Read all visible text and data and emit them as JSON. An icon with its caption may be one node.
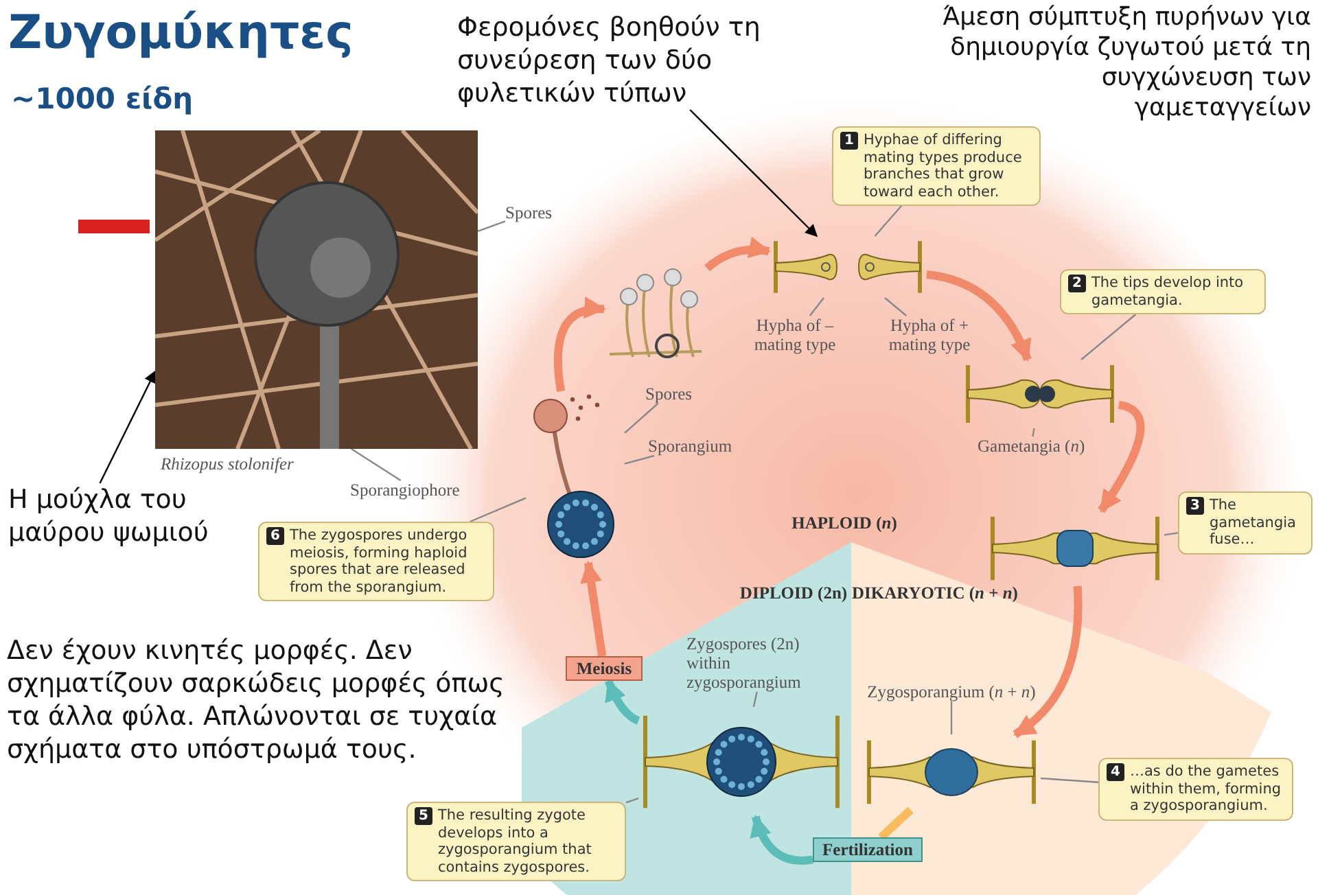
{
  "diagram": {
    "title": "Ζυγομύκητες",
    "nodes": [
      {
        "text": [
          "Φερομόνες βοηθούν τη συνεύρεση των δύο φυλετικών τύπων"
        ]
      },
      {
        "text": [
          "1",
          "Hyphae of differing mating types produce branches that grow toward each other."
        ]
      },
      {
        "text": [],
        "shape": "picture",
        "beside": [
          "Rhizopus stolonifer"
        ]
      },
      {
        "text": [
          "Spores"
        ]
      },
      {
        "text": [
          "Hypha of – mating type"
        ]
      },
      {
        "text": [
          "Hypha of + mating type"
        ]
      },
      {
        "text": [],
        "shape": "picture"
      },
      {
        "text": [],
        "shape": "picture"
      },
      {
        "text": [
          "2",
          "The tips develop into gametangia."
        ]
      },
      {
        "text": [],
        "shape": "picture"
      },
      {
        "text": [
          "Spores"
        ]
      },
      {
        "text": [
          "Sporangium"
        ]
      },
      {
        "text": [
          "Gametangia (*n*)"
        ]
      },
      {
        "text": [],
        "shape": "picture"
      },
      {
        "text": [
          "Sporangiophore"
        ]
      },
      {
        "text": [
          "Η μούχλα του μαύρου ψωμιού"
        ]
      },
      {
        "text": [],
        "shape": "picture"
      },
      {
        "text": [
          "3",
          "The gametangia fuse…"
        ]
      },
      {
        "text": [
          "6",
          "The zygospores undergo meiosis, forming haploid spores that are released from the sporangium."
        ]
      },
      {
        "text": [
          "Meiosis"
        ]
      },
      {
        "text": [
          "Zygospores (2n) within zygosporangium"
        ]
      },
      {
        "text": [
          "Zygosporangium (*n* + *n*)"
        ]
      },
      {
        "text": [],
        "shape": "picture"
      },
      {
        "text": [],
        "shape": "picture"
      },
      {
        "text": [
          "4",
          "…as do the gametes within them, forming a zygosporangium."
        ]
      },
      {
        "text": [
          "5",
          "The resulting zygote develops into a zygosporangium that contains zygospores."
        ]
      },
      {
        "text": [
          "Fertilization"
        ]
      }
    ],
    "edges": [
      {
        "from": 13,
        "to": 6,
        "arrow": "to",
        "style": "thick",
        "color": "#f08a6a"
      },
      {
        "from": 6,
        "to": 7,
        "arrow": "to",
        "style": "thick",
        "color": "#f08a6a"
      },
      {
        "from": 7,
        "to": 9,
        "arrow": "to",
        "style": "thick",
        "color": "#f08a6a"
      },
      {
        "from": 9,
        "to": 16,
        "arrow": "to",
        "style": "thick",
        "color": "#f08a6a"
      },
      {
        "from": 16,
        "to": 23,
        "arrow": "to",
        "style": "thick",
        "color": "#f08a6a"
      },
      {
        "from": 23,
        "to": 26,
        "arrow": "none",
        "style": "thick",
        "color": "#f9bc5c"
      },
      {
        "from": 26,
        "to": 22,
        "arrow": "to",
        "style": "thick",
        "color": "#5bbcb8"
      },
      {
        "from": 22,
        "to": 19,
        "arrow": "to",
        "style": "thick",
        "color": "#5bbcb8"
      },
      {
        "from": 19,
        "to": 13,
        "arrow": "to",
        "style": "thick",
        "color": "#f08a6a"
      },
      {
        "from": 0,
        "to": 7,
        "arrow": "to",
        "color": "#000000"
      },
      {
        "from": 1,
        "to": 7,
        "arrow": "none"
      },
      {
        "from": 15,
        "to": 2,
        "arrow": "to",
        "color": "#000000"
      },
      {
        "from": 3,
        "to": 2,
        "arrow": "none"
      },
      {
        "from": 14,
        "to": 2,
        "arrow": "none"
      },
      {
        "from": 4,
        "to": 7,
        "arrow": "none"
      },
      {
        "from": 5,
        "to": 7,
        "arrow": "none"
      },
      {
        "from": 8,
        "to": 9,
        "arrow": "none"
      },
      {
        "from": 10,
        "to": 13,
        "arrow": "none"
      },
      {
        "from": 11,
        "to": 13,
        "arrow": "none"
      },
      {
        "from": 12,
        "to": 9,
        "arrow": "none"
      },
      {
        "from": 17,
        "to": 16,
        "arrow": "none"
      },
      {
        "from": 18,
        "to": 13,
        "arrow": "none"
      },
      {
        "from": 20,
        "to": 22,
        "arrow": "none"
      },
      {
        "from": 21,
        "to": 23,
        "arrow": "none"
      },
      {
        "from": 24,
        "to": 23,
        "arrow": "none"
      },
      {
        "from": 25,
        "to": 22,
        "arrow": "none"
      }
    ],
    "labels": [
      "~1000 είδη",
      "Άμεση σύμπτυξη πυρήνων για δημιουργία ζυγωτού μετά τη συγχώνευση των γαμεταγγείων",
      "HAPLOID (*n*)",
      "DIPLOID (2n)",
      "DIKARYOTIC (*n* + *n*)",
      "Δεν έχουν κινητές μορφές. Δεν σχηματίζουν σαρκώδεις μορφές όπως τα άλλα φύλα. Απλώνονται σε τυχαία σχήματα στο υπόστρωμά τους."
    ]
  }
}
